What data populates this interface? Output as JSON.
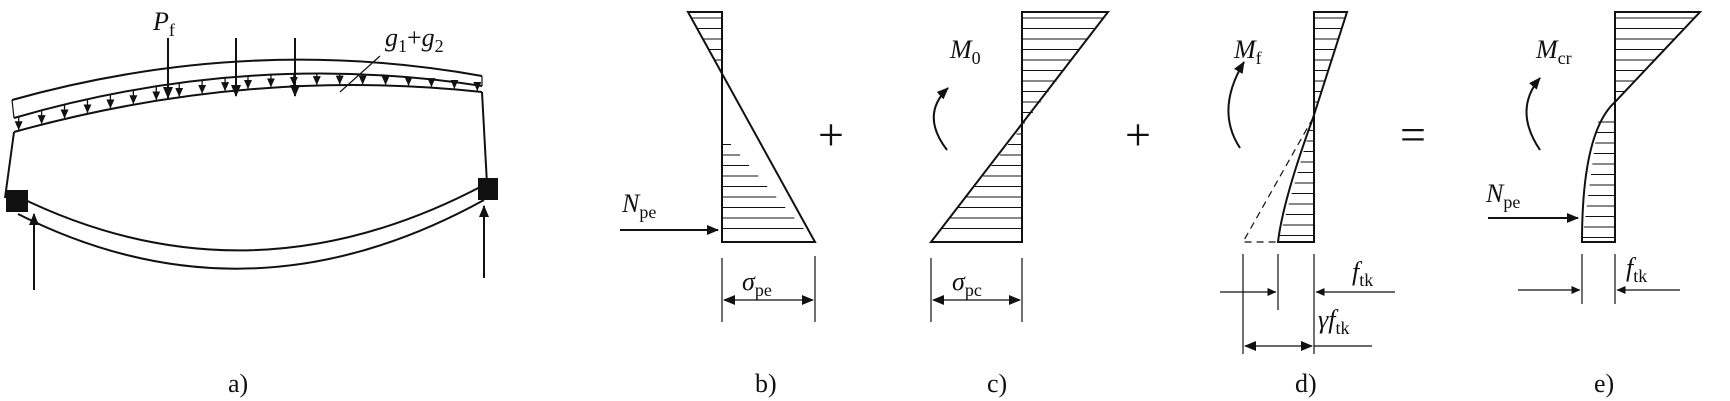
{
  "panels": {
    "a": {
      "label": "a)",
      "load_point": {
        "base": "P",
        "sub": "f"
      },
      "load_dist": {
        "g1": "g",
        "g1_sub": "1",
        "plus": "+",
        "g2": "g",
        "g2_sub": "2"
      }
    },
    "b": {
      "label": "b)",
      "force": {
        "base": "N",
        "sub": "pe"
      },
      "stress": {
        "base": "σ",
        "sub": "pe"
      }
    },
    "c": {
      "label": "c)",
      "moment": {
        "base": "M",
        "sub": "0"
      },
      "stress": {
        "base": "σ",
        "sub": "pc"
      }
    },
    "d": {
      "label": "d)",
      "moment": {
        "base": "M",
        "sub": "f"
      },
      "ftk": {
        "base": "f",
        "sub": "tk"
      },
      "gamma_ftk": {
        "gamma": "γ",
        "base": "f",
        "sub": "tk"
      }
    },
    "e": {
      "label": "e)",
      "moment": {
        "base": "M",
        "sub": "cr"
      },
      "force": {
        "base": "N",
        "sub": "pe"
      },
      "ftk": {
        "base": "f",
        "sub": "tk"
      }
    }
  },
  "operators": {
    "plus1": "+",
    "plus2": "+",
    "equals": "="
  }
}
